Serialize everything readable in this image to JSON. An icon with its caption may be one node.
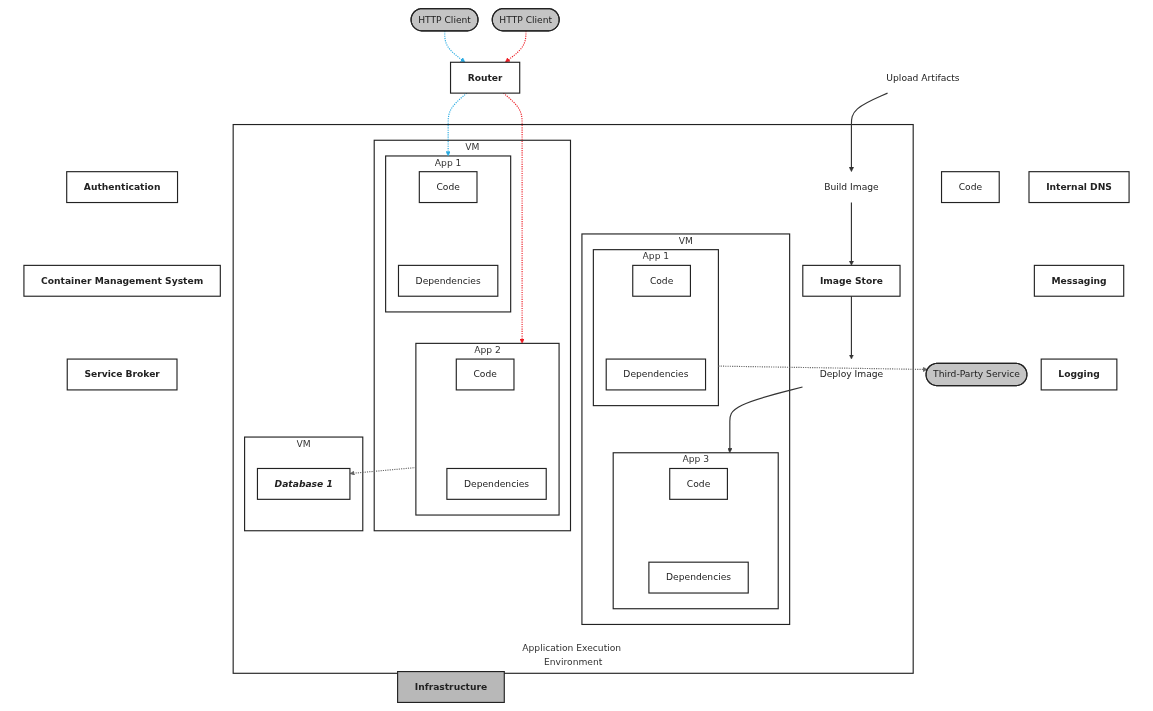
{
  "diagram": {
    "nodes": [
      {
        "text": [
          "HTTP Client"
        ]
      },
      {
        "text": [
          "HTTP Client"
        ]
      },
      {
        "text": [
          "Router"
        ]
      },
      {
        "text": [
          "Authentication"
        ]
      },
      {
        "text": [
          "Container Management System"
        ]
      },
      {
        "text": [
          "Service Broker"
        ]
      },
      {
        "text": [
          "Internal DNS"
        ]
      },
      {
        "text": [
          "Messaging"
        ]
      },
      {
        "text": [
          "Logging"
        ]
      },
      {
        "text": [
          "Third-Party Service"
        ]
      },
      {
        "text": [
          "Application Execution Environment"
        ]
      },
      {
        "text": [
          "VM"
        ],
        "in": 10
      },
      {
        "text": [
          "Database 1"
        ],
        "in": 11
      },
      {
        "text": [
          "VM"
        ],
        "in": 10
      },
      {
        "text": [
          "App 1"
        ],
        "in": 13
      },
      {
        "text": [
          "Code"
        ],
        "in": 14
      },
      {
        "text": [
          "Dependencies"
        ],
        "in": 14
      },
      {
        "text": [
          "App 2"
        ],
        "in": 13
      },
      {
        "text": [
          "Code"
        ],
        "in": 17
      },
      {
        "text": [
          "Dependencies"
        ],
        "in": 17
      },
      {
        "text": [
          "VM"
        ],
        "in": 10
      },
      {
        "text": [
          "App 1"
        ],
        "in": 20
      },
      {
        "text": [
          "Code"
        ],
        "in": 21
      },
      {
        "text": [
          "Dependencies"
        ],
        "in": 21
      },
      {
        "text": [
          "App 3"
        ],
        "in": 20
      },
      {
        "text": [
          "Code"
        ],
        "in": 24
      },
      {
        "text": [
          "Dependencies"
        ],
        "in": 24
      },
      {
        "text": [
          "Deploy Image"
        ],
        "in": 10
      },
      {
        "text": [
          "Build Image"
        ],
        "in": 10
      },
      {
        "text": [
          "Image Store"
        ],
        "in": 10
      },
      {
        "text": [
          "Upload Artifacts"
        ]
      },
      {
        "text": [
          "Code"
        ]
      },
      {
        "text": [
          "Infrastructure"
        ]
      }
    ],
    "edges": [
      {
        "from": 0,
        "to": 2,
        "arrow": "to",
        "style": "dashed",
        "color": "#29abe2"
      },
      {
        "from": 2,
        "to": 14,
        "arrow": "to",
        "style": "dashed",
        "color": "#29abe2"
      },
      {
        "from": 1,
        "to": 2,
        "arrow": "to",
        "style": "dashed",
        "color": "#ed1c24"
      },
      {
        "from": 2,
        "to": 17,
        "arrow": "to",
        "style": "dashed",
        "color": "#ed1c24"
      },
      {
        "from": 17,
        "to": 12,
        "arrow": "to",
        "style": "dashed",
        "color": "#666666"
      },
      {
        "from": 21,
        "to": 9,
        "arrow": "to",
        "style": "dashed",
        "color": "#666666"
      },
      {
        "from": 27,
        "to": 24,
        "arrow": "to"
      },
      {
        "from": 29,
        "to": 27,
        "arrow": "to"
      },
      {
        "from": 28,
        "to": 29,
        "arrow": "to"
      },
      {
        "from": 30,
        "to": 28,
        "arrow": "to"
      }
    ]
  }
}
